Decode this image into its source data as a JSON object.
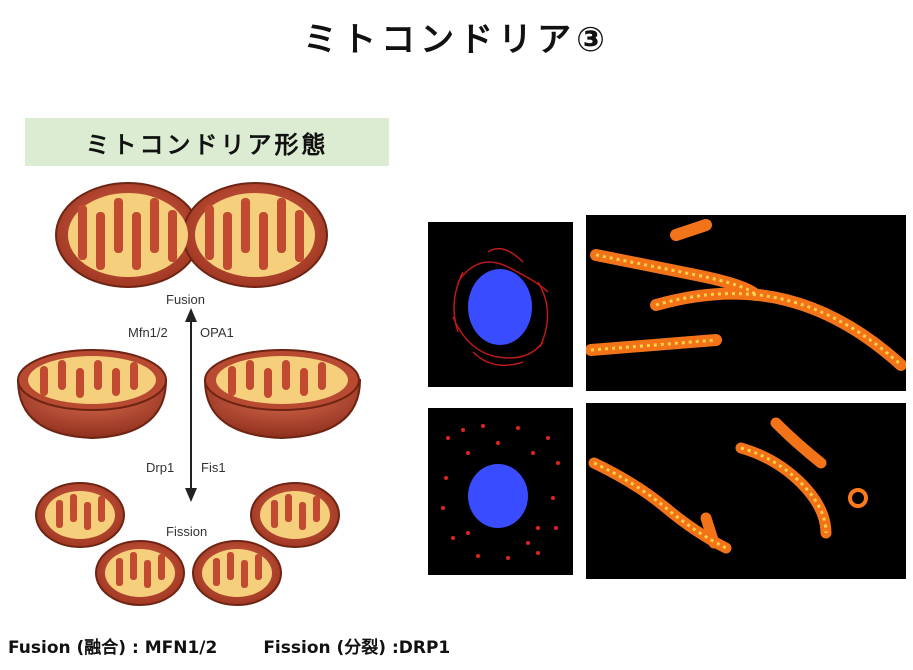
{
  "title": "ミトコンドリア③",
  "subtitle": "ミトコンドリア形態",
  "diagram": {
    "fusion_label": "Fusion",
    "fusion_left_factor": "Mfn1/2",
    "fusion_right_factor": "OPA1",
    "fission_left_factor": "Drp1",
    "fission_right_factor": "Fis1",
    "fission_label": "Fission"
  },
  "footer": {
    "fusion_text": "Fusion (融合) : MFN1/2",
    "fission_text": "Fission (分裂) :DRP1"
  },
  "colors": {
    "subtitle_bg": "#dbecd3",
    "mito_outer": "#b4412b",
    "mito_inner": "#f6cf7c",
    "nucleus": "#3a4cff",
    "network": "#ff7a1a"
  }
}
